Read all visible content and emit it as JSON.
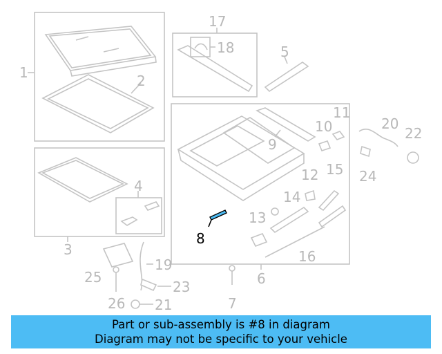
{
  "diagram": {
    "highlight_color": "#4dbcf4",
    "part_color": "#c4c4c4",
    "callouts": [
      "1",
      "2",
      "3",
      "4",
      "5",
      "6",
      "7",
      "8",
      "9",
      "10",
      "11",
      "12",
      "13",
      "14",
      "15",
      "16",
      "17",
      "18",
      "19",
      "20",
      "21",
      "22",
      "23",
      "24",
      "25",
      "26"
    ],
    "highlighted_callout": "8"
  },
  "banner": {
    "line1": "Part or sub-assembly is #8 in diagram",
    "line2": "Diagram may not be specific to your vehicle",
    "color": "#4dbcf4"
  }
}
